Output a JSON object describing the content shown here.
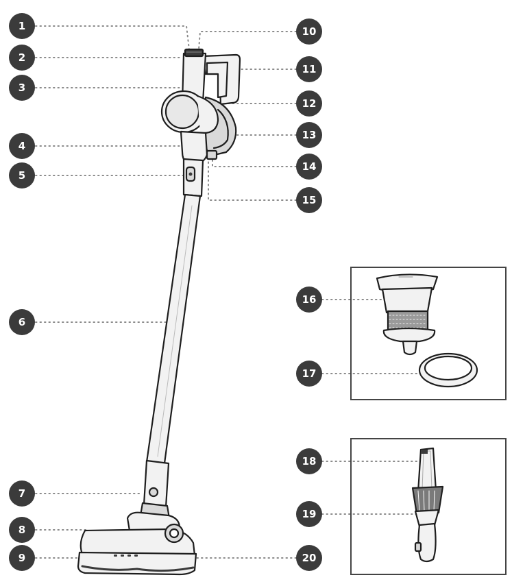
{
  "colors": {
    "badge_fill": "#3b3b3b",
    "badge_text": "#ffffff",
    "line": "#1e1e1e",
    "leader": "#8a8a8a",
    "body_fill": "#f2f2f2",
    "mid_fill": "#d9d9d9",
    "dark_fill": "#6a6a6a"
  },
  "callouts": [
    "1",
    "2",
    "3",
    "4",
    "5",
    "6",
    "7",
    "8",
    "9",
    "10",
    "11",
    "12",
    "13",
    "14",
    "15",
    "16",
    "17",
    "18",
    "19",
    "20"
  ],
  "insets": {
    "filter_set": {
      "parts": [
        "16",
        "17"
      ]
    },
    "crevice_tool_set": {
      "parts": [
        "18",
        "19"
      ]
    }
  }
}
